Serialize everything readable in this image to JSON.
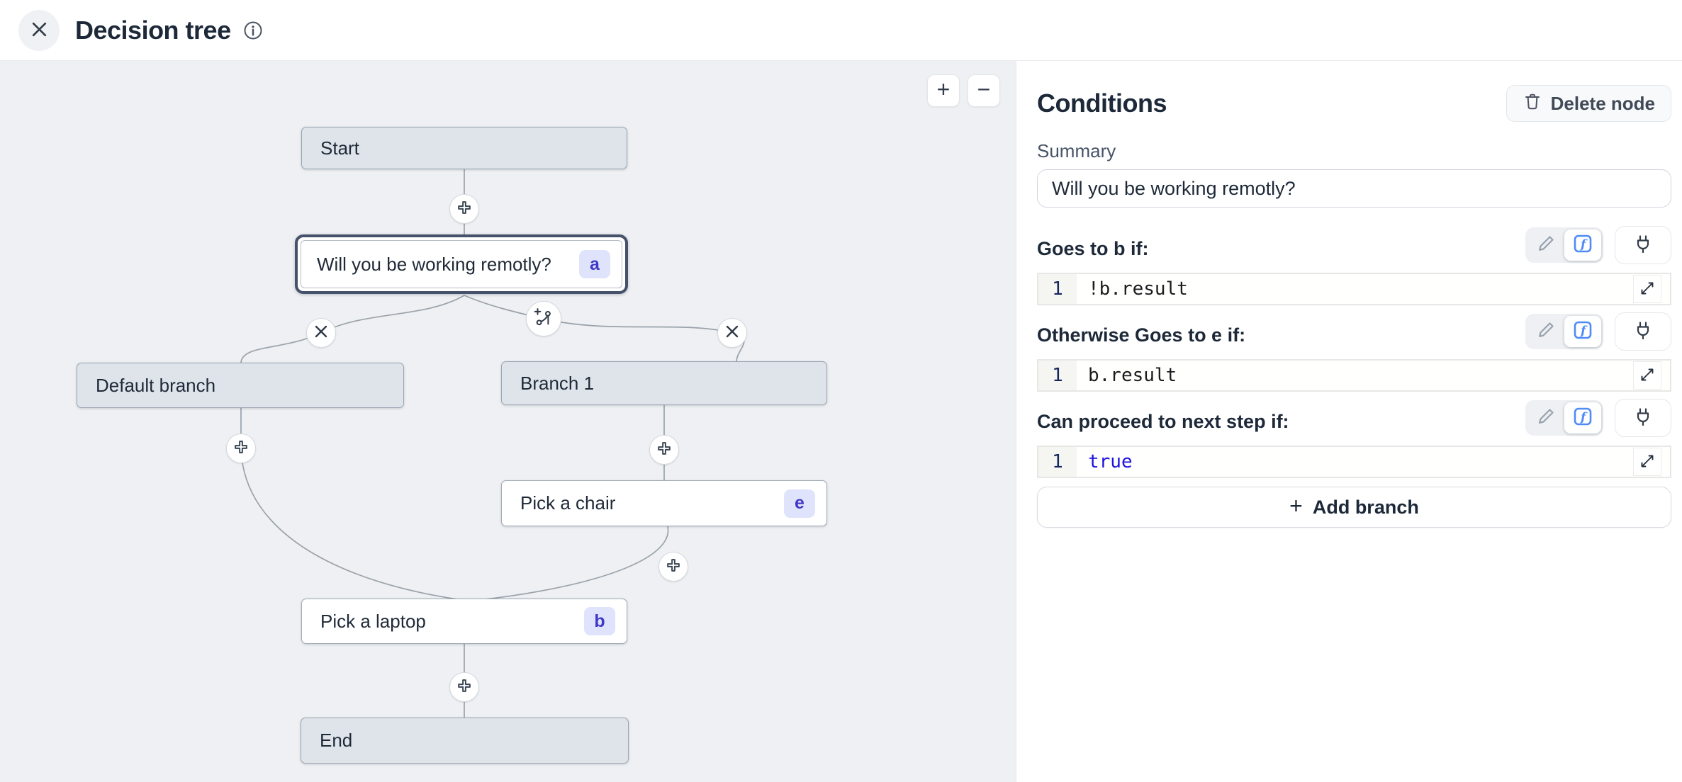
{
  "header": {
    "title": "Decision tree"
  },
  "canvas": {
    "zoom_in": "+",
    "zoom_out": "−",
    "nodes": {
      "start": {
        "label": "Start"
      },
      "question": {
        "label": "Will you be working remotly?",
        "badge": "a"
      },
      "default_branch": {
        "label": "Default branch"
      },
      "branch_1": {
        "label": "Branch 1"
      },
      "pick_chair": {
        "label": "Pick a chair",
        "badge": "e"
      },
      "pick_laptop": {
        "label": "Pick a laptop",
        "badge": "b"
      },
      "end": {
        "label": "End"
      }
    }
  },
  "panel": {
    "title": "Conditions",
    "delete_button": "Delete node",
    "summary_label": "Summary",
    "summary_value": "Will you be working remotly?",
    "conditions": [
      {
        "label": "Goes to b if:",
        "line": "1",
        "code": "!b.result"
      },
      {
        "label": "Otherwise Goes to e if:",
        "line": "1",
        "code": "b.result"
      },
      {
        "label": "Can proceed to next step if:",
        "line": "1",
        "code": "true"
      }
    ],
    "add_branch_plus": "+",
    "add_branch_label": "Add branch"
  },
  "colors": {
    "canvas_bg": "#eef0f3",
    "node_gray": "#dee4ea",
    "selected_border": "#46516b",
    "badge_bg": "#dfe3fb",
    "badge_text": "#4038c8",
    "function_icon_blue": "#4f8bf7",
    "keyword_blue": "#1d12e0",
    "edge_gray": "#9aa2ab"
  }
}
